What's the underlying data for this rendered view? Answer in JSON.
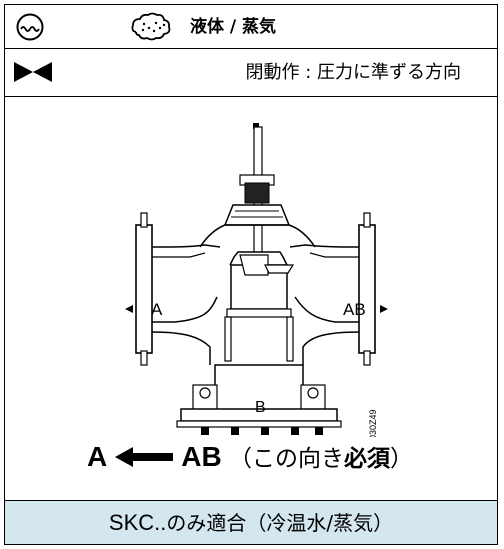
{
  "medium": {
    "label": "液体 / 蒸気",
    "icons": [
      "water-icon",
      "steam-icon"
    ]
  },
  "closing": {
    "label": "閉動作 : 圧力に準ずる方向",
    "icon": "valve-symbol-icon"
  },
  "drawing": {
    "port_a": "A",
    "port_ab": "AB",
    "port_b": "B",
    "figure_code": "4030Z49"
  },
  "flow": {
    "from": "A",
    "to": "AB",
    "note_prefix": "（この向き",
    "note_bold": "必須",
    "note_suffix": "）"
  },
  "footer": {
    "model": "SKC..",
    "text": "のみ適合（冷温水/蒸気）"
  }
}
